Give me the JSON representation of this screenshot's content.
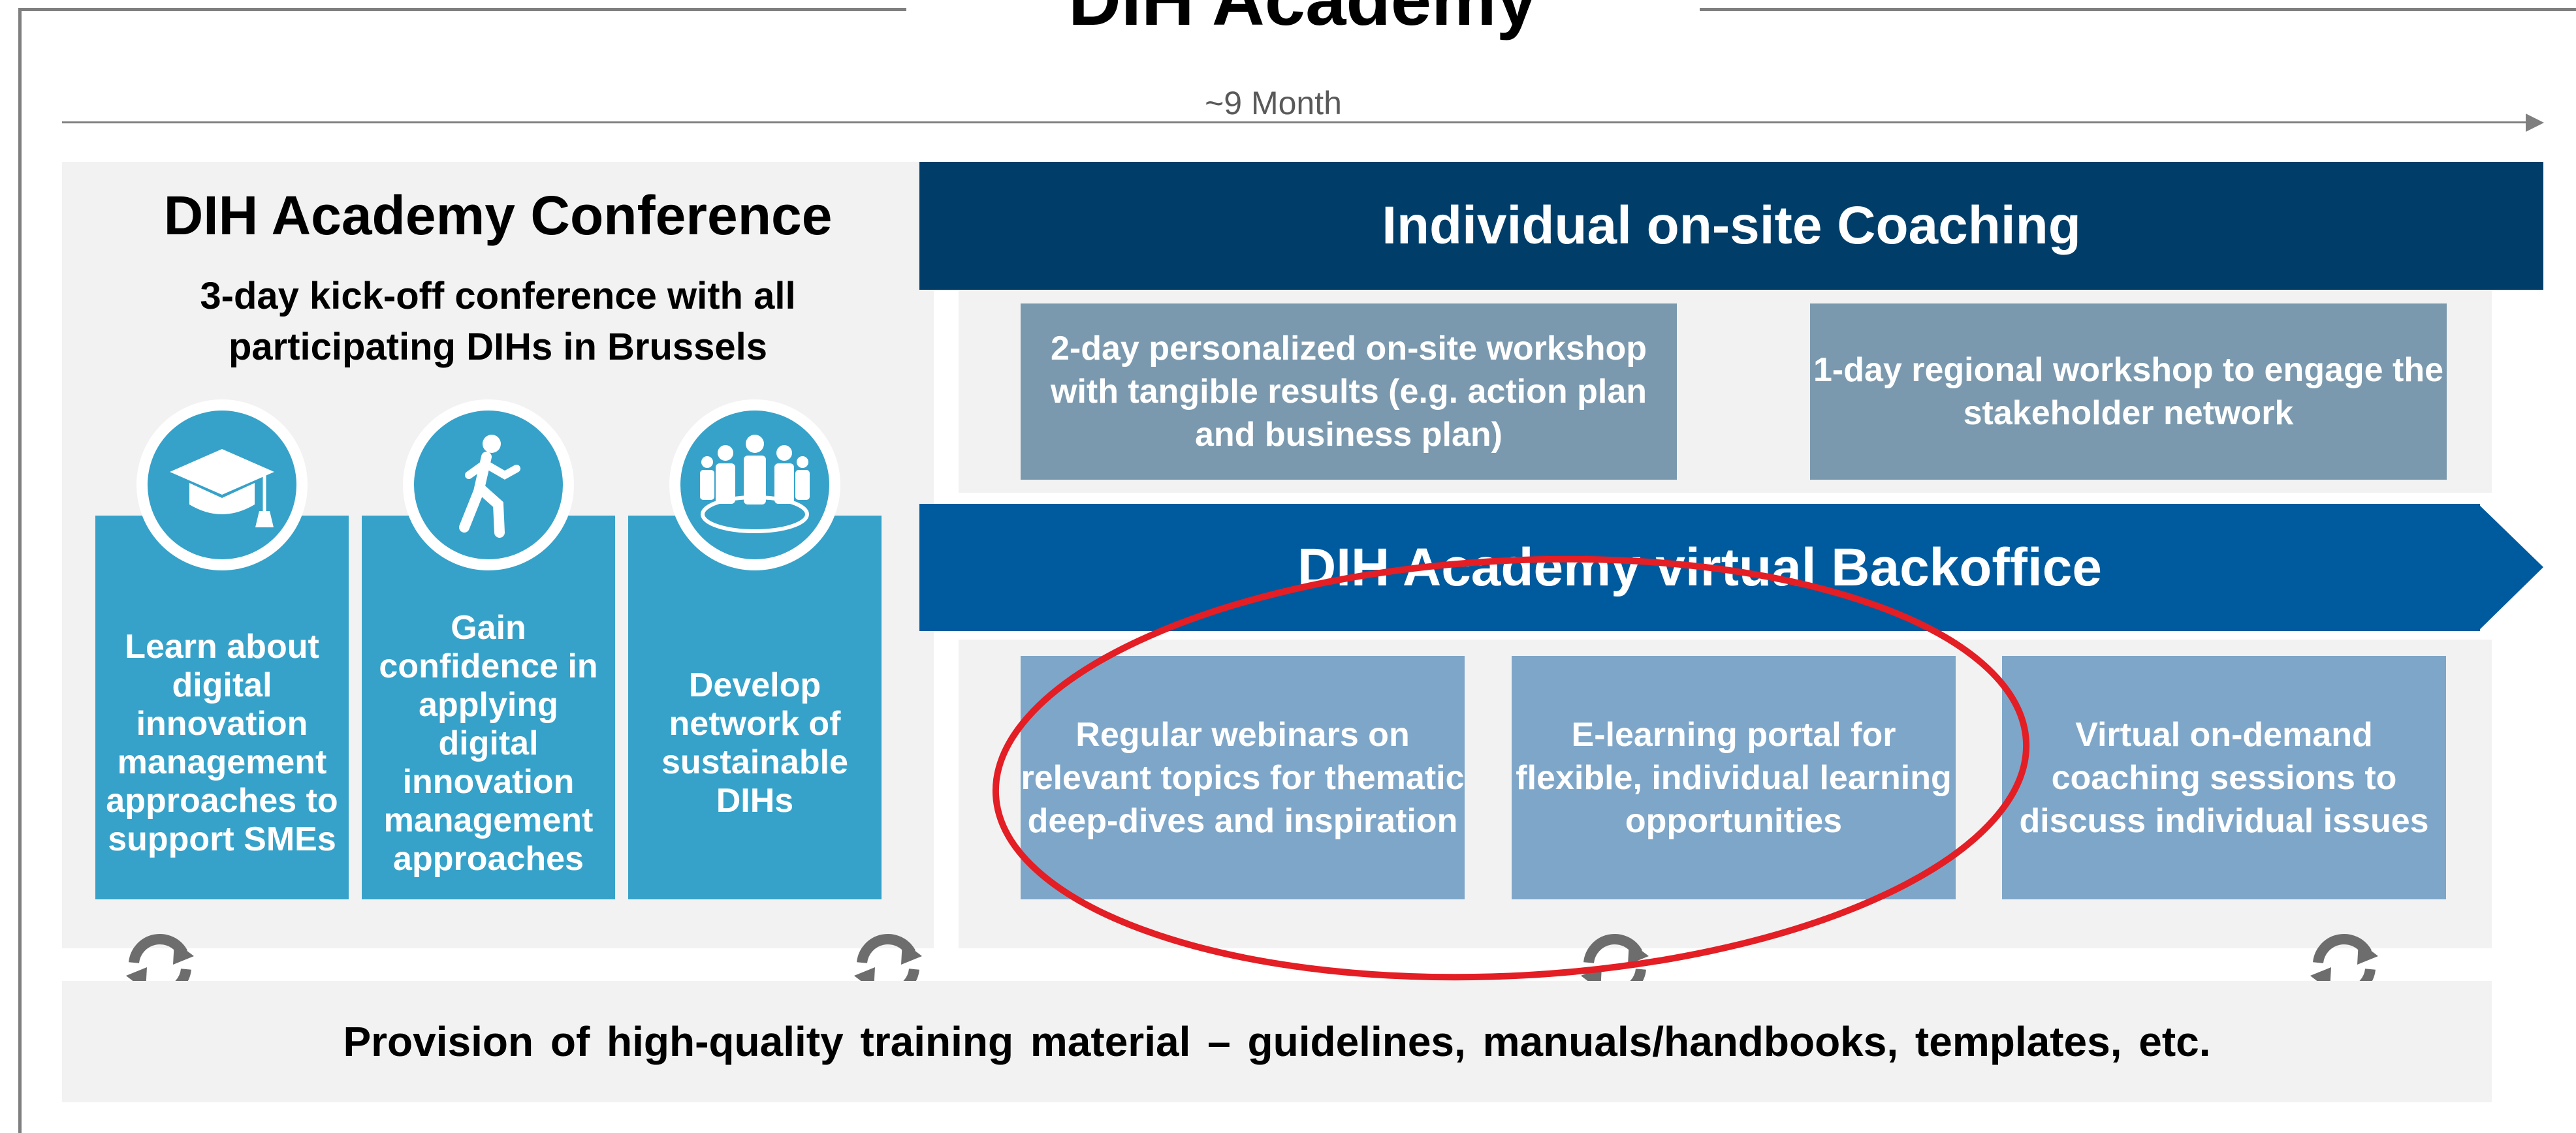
{
  "title": "DIH Academy",
  "timeline": {
    "label": "~9 Month"
  },
  "conference": {
    "title": "DIH Academy Conference",
    "subtitle": "3-day kick-off conference with all participating DIHs in Brussels",
    "boxes": [
      {
        "icon": "graduation-cap-icon",
        "text": "Learn about digital innovation management approaches to support SMEs"
      },
      {
        "icon": "running-person-icon",
        "text": "Gain confidence in applying digital innovation management approaches"
      },
      {
        "icon": "network-people-icon",
        "text": "Develop network of sustainable DIHs"
      }
    ]
  },
  "coaching": {
    "title": "Individual on-site Coaching",
    "boxes": [
      {
        "text": "2-day personalized on-site workshop with tangible results (e.g. action plan and business plan)"
      },
      {
        "text": "1-day regional workshop to engage the stakeholder network"
      }
    ]
  },
  "backoffice": {
    "title": "DIH Academy virtual Backoffice",
    "boxes": [
      {
        "text": "Regular webinars on relevant topics for thematic deep-dives and inspiration"
      },
      {
        "text": "E-learning portal for flexible, individual learning opportunities"
      },
      {
        "text": "Virtual on-demand coaching sessions to discuss individual issues"
      }
    ]
  },
  "material": {
    "text": "Provision of high-quality training material – guidelines, manuals/handbooks, templates, etc."
  },
  "colors": {
    "dark_navy": "#003e69",
    "blue": "#005a9e",
    "teal": "#36a2c9",
    "slate": "#7a99ae",
    "sky": "#7ea6c8",
    "panel_gray": "#f2f2f2",
    "highlight_red": "#e31e24"
  }
}
